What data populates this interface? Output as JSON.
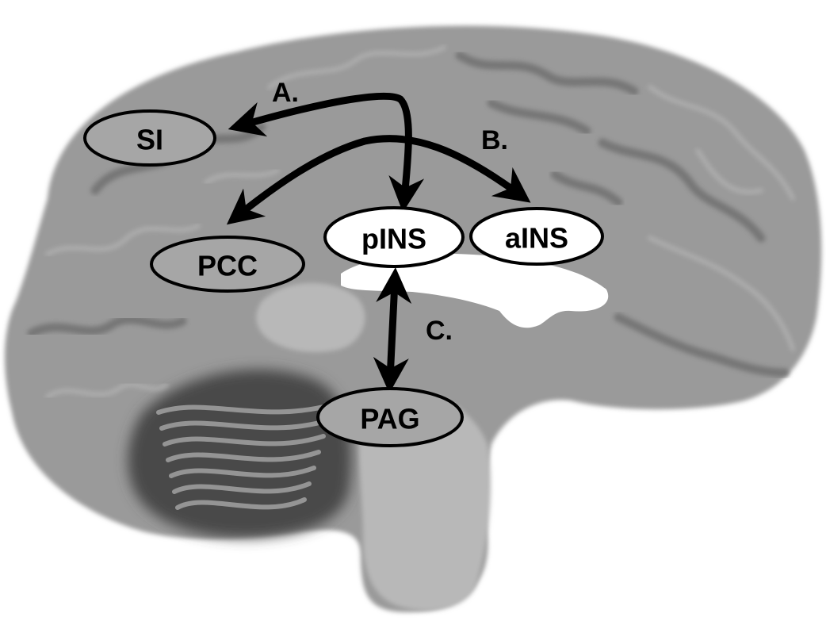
{
  "colors": {
    "brain_tissue": "#9a9a9a",
    "brain_light": "#b8b8b8",
    "brain_dark": "#4a4a4a",
    "ventricle": "#ffffff",
    "ink": "#000000",
    "node_fill_gray": "#a8a8a8",
    "node_fill_white": "#ffffff"
  },
  "nodes": {
    "si": "SI",
    "pcc": "PCC",
    "pins": "pINS",
    "ains": "aINS",
    "pag": "PAG"
  },
  "pathways": {
    "a": "A.",
    "b": "B.",
    "c": "C."
  }
}
